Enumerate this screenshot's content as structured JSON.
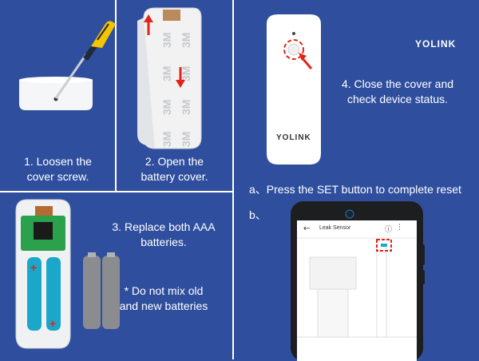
{
  "colors": {
    "background": "#2f4f9e",
    "divider": "#ffffff",
    "accent_red": "#e2231a",
    "battery_teal": "#1aa7c9"
  },
  "steps": {
    "step1": {
      "line1": "1. Loosen the",
      "line2": "cover screw."
    },
    "step2": {
      "line1": "2. Open the",
      "line2": "battery cover."
    },
    "step3": {
      "line1": "3. Replace both AAA",
      "line2": "batteries."
    },
    "step3_note": {
      "line1": "* Do not mix old",
      "line2": "and new batteries"
    },
    "step4": {
      "line1": "4. Close the cover and",
      "line2": "check device status."
    }
  },
  "reset": {
    "a_label": "a、Press the SET button to complete reset",
    "b_label": "b、"
  },
  "brand": {
    "logo_main": "YOLINK",
    "logo_device": "YOLINK"
  },
  "phone": {
    "screen_title": "Leak Sensor"
  },
  "icons": [
    "screwdriver-icon",
    "arrow-up-icon",
    "arrow-down-icon",
    "back-arrow-icon",
    "help-icon",
    "more-icon"
  ]
}
